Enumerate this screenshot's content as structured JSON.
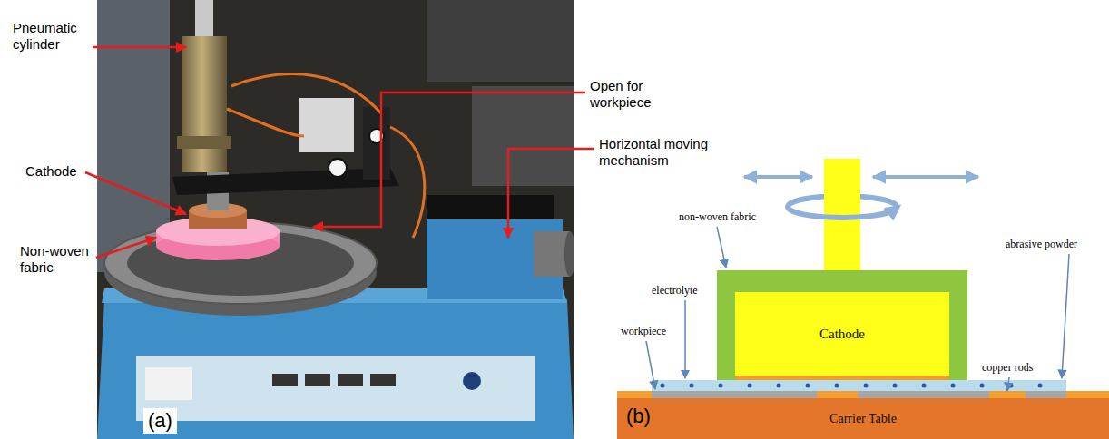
{
  "diagram": {
    "nodes": [
      {
        "text": [
          "Cathode"
        ]
      },
      {
        "text": [
          "Carrier Table"
        ]
      }
    ],
    "labels": [
      "Pneumatic cylinder",
      "Cathode",
      "Non-woven fabric",
      "Open for workpiece",
      "Horizontal moving mechanism",
      "(a)",
      "non-woven fabric",
      "electrolyte",
      "workpiece",
      "abrasive powder",
      "copper rods",
      "(b)"
    ]
  }
}
